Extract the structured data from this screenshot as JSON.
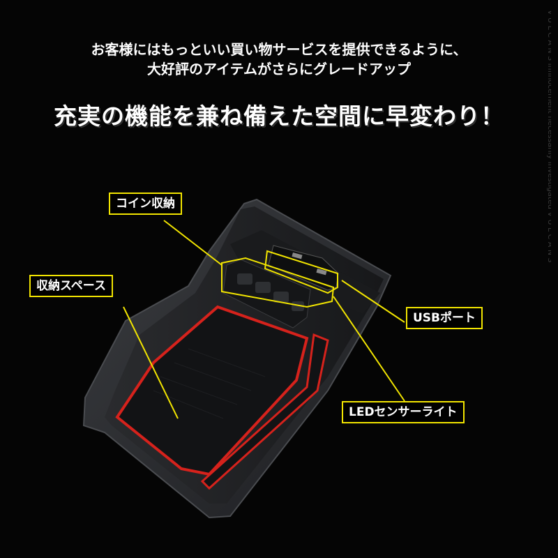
{
  "headline_line1": "お客様にはもっといい買い物サービスを提供できるように、",
  "headline_line2": "大好評のアイテムがさらにグレードアップ",
  "tagline": "充実の機能を兼ね備えた空間に早変わり！",
  "callouts": {
    "coin": "コイン収納",
    "storage": "収納スペース",
    "usb": "USBポート",
    "led": "LEDセンサーライト"
  },
  "colors": {
    "background": "#050505",
    "callout_border": "#f2e500",
    "tray_body": "#2b2d30",
    "mat_outline": "#d6221c"
  },
  "watermark": "V U L C A N S  infinocement necessarily investigated  V U L C A N S"
}
